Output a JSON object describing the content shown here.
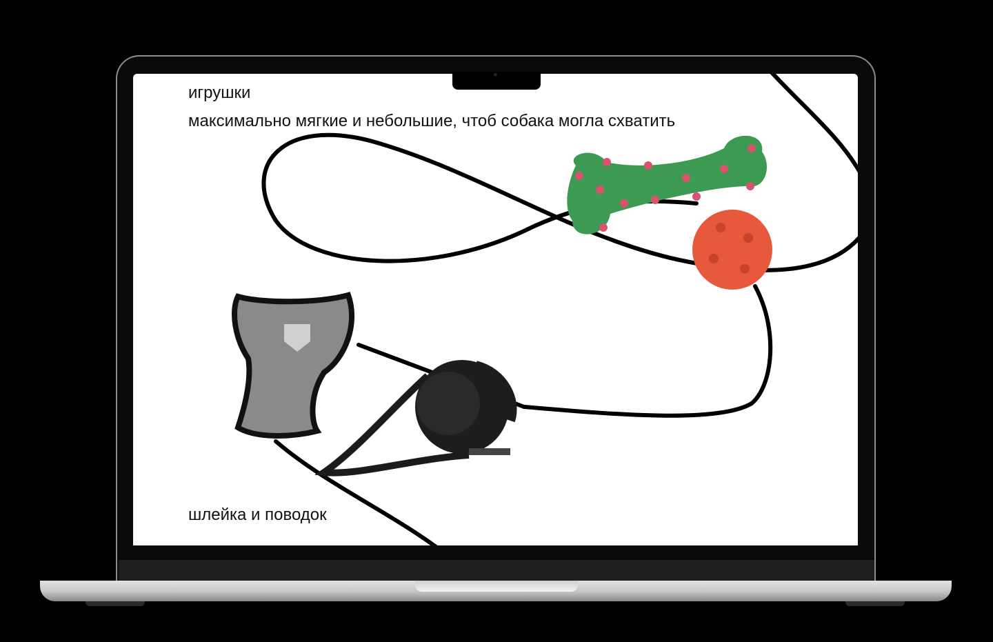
{
  "page": {
    "heading_toys": "игрушки",
    "toys_description": "максимально мягкие и небольшие, чтоб собака могла схватить",
    "heading_harness": "шлейка и поводок"
  },
  "colors": {
    "bone": "#3d9a52",
    "ball": "#e8583a",
    "paw": "#d9536e",
    "harness": "#8a8a8a"
  }
}
